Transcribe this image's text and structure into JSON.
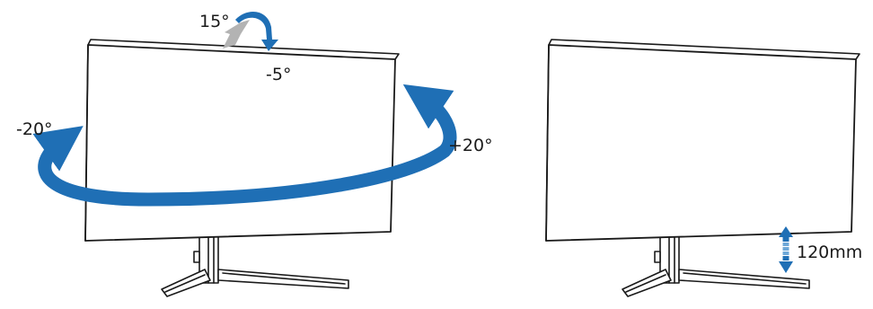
{
  "colors": {
    "accent": "#1f6fb5",
    "accent_light": "#6ea8d8",
    "grey_arrow": "#b3b3b3",
    "outline": "#1a1a1a"
  },
  "left_figure": {
    "tilt_back_label": "15°",
    "tilt_forward_label": "-5°",
    "swivel_left_label": "-20°",
    "swivel_right_label": "+20°"
  },
  "right_figure": {
    "height_adjust_label": "120mm"
  }
}
